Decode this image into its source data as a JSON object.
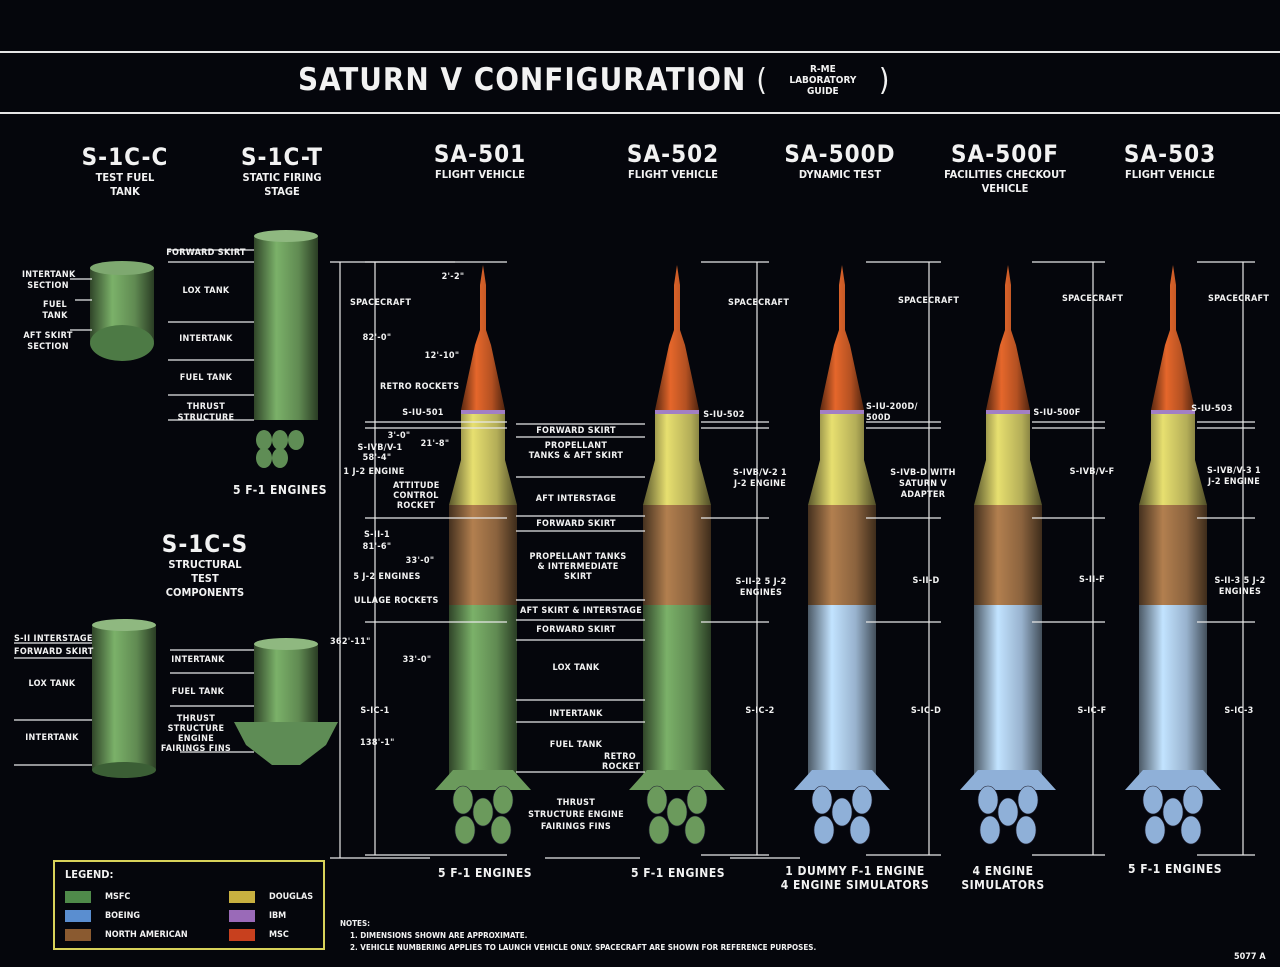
{
  "title": {
    "main": "SATURN V CONFIGURATION",
    "paren_open": "(",
    "sub": "R-ME LABORATORY GUIDE",
    "paren_close": ")"
  },
  "colors": {
    "msfc": "#6b9a5c",
    "boeing": "#a9c6e4",
    "north_american": "#9b6f45",
    "douglas": "#c9c262",
    "ibm": "#a27fc4",
    "msc": "#c85a26",
    "background": "#05060c"
  },
  "vehicles": [
    {
      "id": "S-1C-C",
      "subtitle": "TEST FUEL TANK"
    },
    {
      "id": "S-1C-T",
      "subtitle": "STATIC FIRING STAGE",
      "engines": "5 F-1 ENGINES"
    },
    {
      "id": "S-1C-S",
      "subtitle": "STRUCTURAL TEST COMPONENTS"
    },
    {
      "id": "SA-501",
      "subtitle": "FLIGHT VEHICLE",
      "engines": "5 F-1 ENGINES",
      "first_stage_color": "msfc"
    },
    {
      "id": "SA-502",
      "subtitle": "FLIGHT VEHICLE",
      "engines": "5 F-1 ENGINES",
      "first_stage_color": "msfc"
    },
    {
      "id": "SA-500D",
      "subtitle": "DYNAMIC TEST",
      "engines": "1 DUMMY F-1 ENGINE 4 ENGINE SIMULATORS",
      "first_stage_color": "boeing"
    },
    {
      "id": "SA-500F",
      "subtitle": "FACILITIES CHECKOUT VEHICLE",
      "engines": "4 ENGINE SIMULATORS",
      "first_stage_color": "boeing"
    },
    {
      "id": "SA-503",
      "subtitle": "FLIGHT VEHICLE",
      "engines": "5 F-1 ENGINES",
      "first_stage_color": "boeing"
    }
  ],
  "s1cc_labels": [
    "INTERTANK SECTION",
    "FUEL TANK",
    "AFT SKIRT SECTION"
  ],
  "s1ct_labels": [
    "FORWARD SKIRT",
    "LOX TANK",
    "INTERTANK",
    "FUEL TANK",
    "THRUST STRUCTURE"
  ],
  "s1cs_left_labels": [
    "S-II INTERSTAGE",
    "FORWARD SKIRT",
    "LOX TANK",
    "INTERTANK"
  ],
  "s1cs_right_labels": [
    "INTERTANK",
    "FUEL TANK",
    "THRUST STRUCTURE ENGINE FAIRINGS FINS"
  ],
  "sa501_dims": {
    "total": "362'-11\"",
    "spacecraft": "SPACECRAFT",
    "spacecraft_len": "82'-0\"",
    "tower_dia": "2'-2\"",
    "cm_dia": "12'-10\"",
    "retro": "RETRO ROCKETS",
    "iu": "S-IU-501",
    "iu_len": "3'-0\"",
    "s4b": "S-IVB/V-1",
    "s4b_len": "58'-4\"",
    "s4b_eng": "1 J-2 ENGINE",
    "s4b_dia": "21'-8\"",
    "attitude": "ATTITUDE CONTROL ROCKET",
    "s2": "S-II-1",
    "s2_len": "81'-6\"",
    "s2_dia": "33'-0\"",
    "s2_eng": "5 J-2 ENGINES",
    "ullage": "ULLAGE ROCKETS",
    "s1c": "S-IC-1",
    "s1c_len": "138'-1\"",
    "s1c_dia": "33'-0\""
  },
  "center_labels": [
    "FORWARD SKIRT",
    "PROPELLANT TANKS & AFT SKIRT",
    "AFT INTERSTAGE",
    "FORWARD SKIRT",
    "PROPELLANT TANKS & INTERMEDIATE SKIRT",
    "AFT SKIRT & INTERSTAGE",
    "FORWARD SKIRT",
    "LOX TANK",
    "INTERTANK",
    "FUEL TANK",
    "RETRO ROCKET",
    "THRUST STRUCTURE ENGINE FAIRINGS FINS"
  ],
  "sa502_dims": {
    "spacecraft": "SPACECRAFT",
    "iu": "S-IU-502",
    "s4b": "S-IVB/V-2 1 J-2 ENGINE",
    "s2": "S-II-2 5 J-2 ENGINES",
    "s1c": "S-IC-2"
  },
  "sa500d_dims": {
    "spacecraft": "SPACECRAFT",
    "iu": "S-IU-200D/ 500D",
    "s4b": "S-IVB-D WITH SATURN V ADAPTER",
    "s2": "S-II-D",
    "s1c": "S-IC-D"
  },
  "sa500f_dims": {
    "spacecraft": "SPACECRAFT",
    "iu": "S-IU-500F",
    "s4b": "S-IVB/V-F",
    "s2": "S-II-F",
    "s1c": "S-IC-F"
  },
  "sa503_dims": {
    "spacecraft": "SPACECRAFT",
    "iu": "S-IU-503",
    "s4b": "S-IVB/V-3 1 J-2 ENGINE",
    "s2": "S-II-3 5 J-2 ENGINES",
    "s1c": "S-IC-3"
  },
  "legend": {
    "title": "LEGEND:",
    "items": [
      {
        "label": "MSFC",
        "color": "#4f8a4a"
      },
      {
        "label": "BOEING",
        "color": "#5a8ed0"
      },
      {
        "label": "NORTH AMERICAN",
        "color": "#8a5a30"
      },
      {
        "label": "DOUGLAS",
        "color": "#c8b040"
      },
      {
        "label": "IBM",
        "color": "#9a6ab8"
      },
      {
        "label": "MSC",
        "color": "#c8401e"
      }
    ]
  },
  "notes": {
    "title": "NOTES:",
    "items": [
      "1. DIMENSIONS SHOWN ARE APPROXIMATE.",
      "2. VEHICLE NUMBERING APPLIES TO LAUNCH VEHICLE ONLY. SPACECRAFT ARE SHOWN FOR REFERENCE PURPOSES."
    ]
  },
  "drawing_number": "5077 A"
}
